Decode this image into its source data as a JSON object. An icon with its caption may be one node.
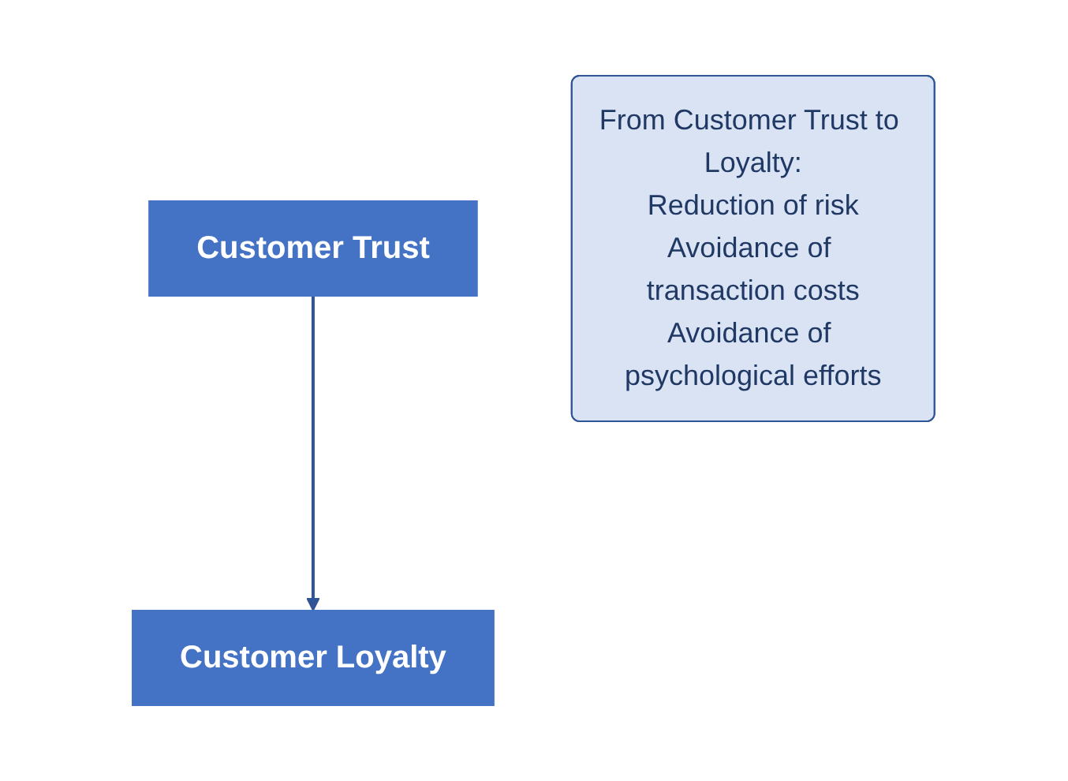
{
  "diagram": {
    "nodes": [
      {
        "text": [
          "Customer Trust"
        ]
      },
      {
        "text": [
          "Customer Loyalty"
        ]
      },
      {
        "text": [
          "From Customer Trust to Loyalty:",
          "Reduction of risk",
          "Avoidance of transaction costs",
          "Avoidance of psychological efforts"
        ]
      }
    ],
    "edges": [
      {
        "from": 0,
        "to": 1,
        "arrow": "to"
      }
    ]
  }
}
